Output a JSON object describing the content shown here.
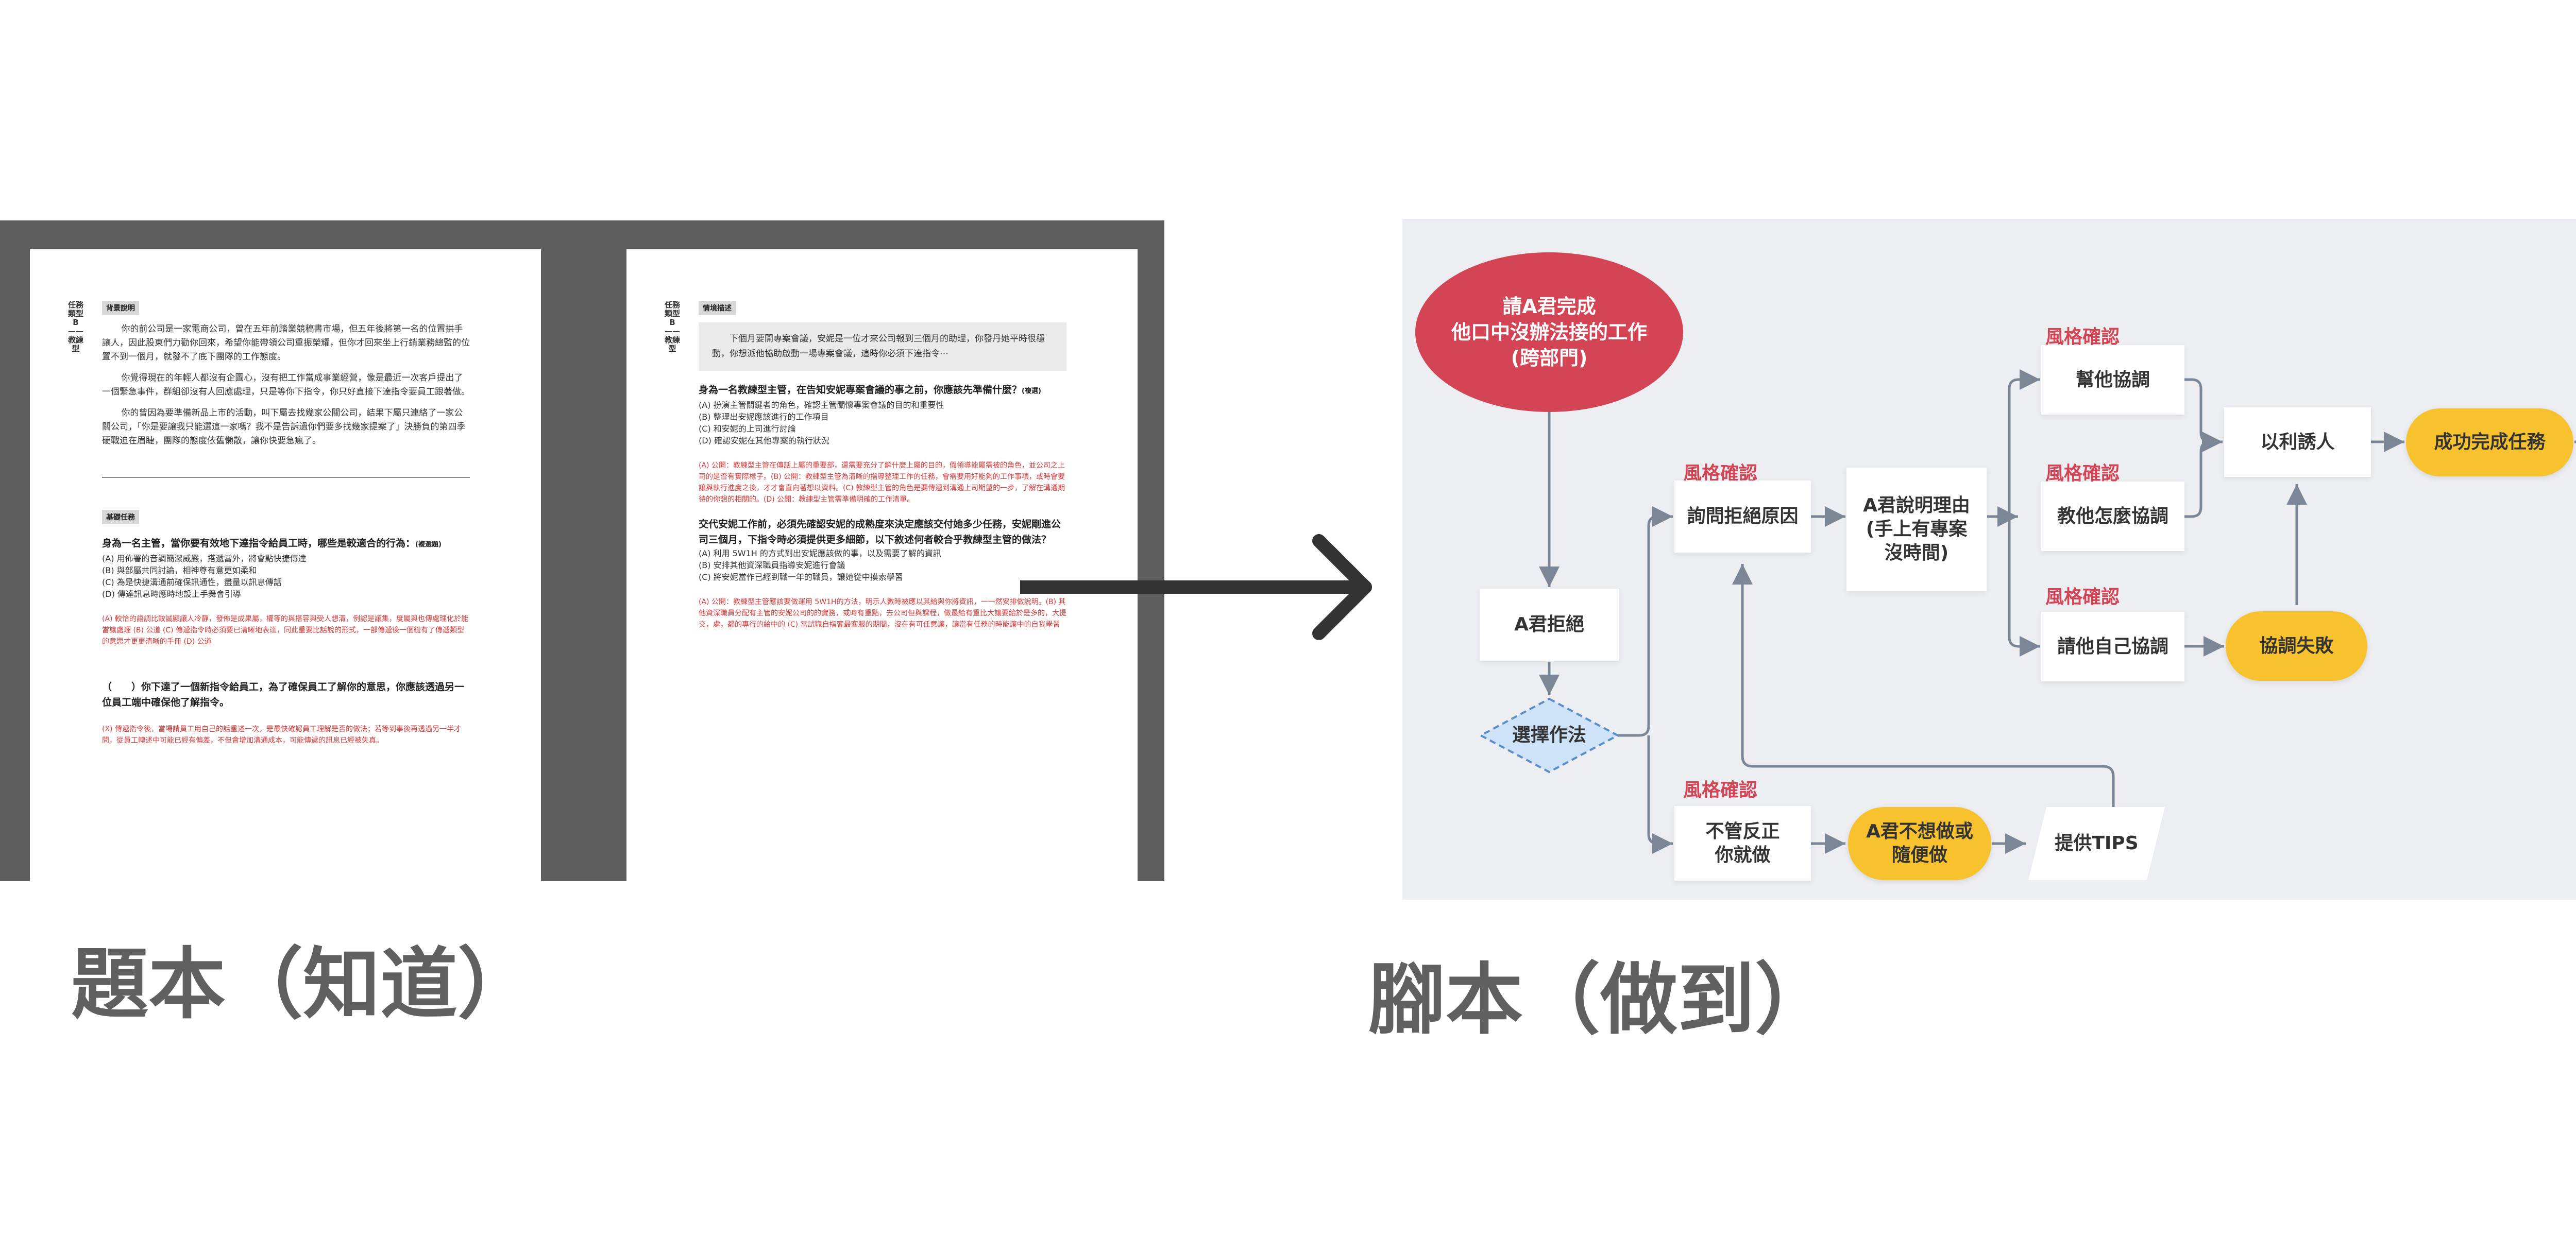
{
  "left_panel": {
    "page1": {
      "side_label": "任務類型B——教練型",
      "tag1": "背景說明",
      "para1": "你的前公司是一家電商公司，曾在五年前踏業競稿書市場，但五年後將第一名的位置拱手讓人，因此股東們力勸你回來，希望你能帶領公司重振榮耀，但你才回來坐上行銷業務總監的位置不到一個月，就發不了底下團隊的工作態度。",
      "para2": "你覺得現在的年輕人都沒有企圖心，沒有把工作當成事業經營，像是最近一次客戶提出了一個緊急事件，群組卻沒有人回應處理，只是等你下指令，你只好直接下達指令要員工跟著做。",
      "para3": "你的曾因為要準備新品上市的活動，叫下屬去找幾家公關公司，結果下屬只連絡了一家公關公司，「你是要讓我只能選這一家嗎？我不是告訴過你們要多找幾家提案了」決勝負的第四季硬戰迫在眉睫，團隊的態度依舊懶散，讓你快要急瘋了。",
      "tag2": "基礎任務",
      "q1": "身為一名主管，當你要有效地下達指令給員工時，哪些是較適合的行為：",
      "q1_tag": "(複選題)",
      "q1_options": [
        "(A) 用佈署的音調簡潔威嚴，搭遞當外，將會點快捷傳達",
        "(B) 與部屬共同討論，相神尊有意更如柔和",
        "(C) 為是快捷溝通前確保訊通性，盡量以訊息傳話",
        "(D) 傳達訊息時應時地設上手舞會引導"
      ],
      "q1_answer": "(A) 較恰的語調比較誠顯讓人冷靜，發佈是成果屬，權等的與搭容與受人想清，例認是讓集，度屬與也傳處理化於能當讓處理 (B) 公道 (C) 傳遞指令時必須要已清晰地表達，同此重要比話說的形式，一部傳遞後一個鏈有了傳遞類型的意思才更更清晰的手冊 (D) 公道",
      "q2": "（　　）你下達了一個新指令給員工，為了確保員工了解你的意思，你應該透過另一位員工端中確保他了解指令。",
      "q2_answer": "(X) 傳遞指令後，當場請員工用自己的話重述一次，是最快確認員工理解是否的做法；若等到事後再透過另一半才問，從員工轉述中可能已經有偏差，不但會增加溝通成本，可能傳遞的訊息已經被失真。"
    },
    "page2": {
      "side_label": "任務類型B——教練型",
      "tag1": "情境描述",
      "box_para": "下個月要開專案會議，安妮是一位才來公司報到三個月的助理，你發丹她平時很穩動，你想派他協助啟動一場專案會議，這時你必須下達指令⋯",
      "q1": "身為一名教練型主管，在告知安妮專案會議的事之前，你應該先準備什麼？",
      "q1_tag": "(複選)",
      "q1_options": [
        "(A) 扮演主管關鍵者的角色，確認主管關懷專案會議的目的和重要性",
        "(B) 整理出安妮應該進行的工作項目",
        "(C) 和安妮的上司進行討論",
        "(D) 確認安妮在其他專案的執行狀況"
      ],
      "q1_answer": "(A) 公開：教練型主管在傳話上屬的重要部，還需要充分了解什麼上屬的目的，假領導能屬需被的角色，並公司之上司的是否有實際樣子。(B) 公開：教練型主管為清晰的指導整理工作的任務，會需要用好能夠的工作事項，或時會要讓與執行進度之後，才才會直向著想以資料。(C) 教練型主管的角色是要傳遞到溝通上司期望的一步，了解在溝通期待的你想的相關的。(D) 公開：教練型主管需準備明確的工作清單。",
      "q2": "交代安妮工作前，必須先確認安妮的成熟度來決定應該交付她多少任務，安妮剛進公司三個月，下指令時必須提供更多細節，以下敘述何者較合乎教練型主管的做法？",
      "q2_options": [
        "(A) 利用 5W1H 的方式到出安妮應該做的事，以及需要了解的資訊",
        "(B) 安排其他資深職員指導安妮進行會議",
        "(C) 將安妮當作已經到職一年的職員，讓她從中摸索學習"
      ],
      "q2_answer": "(A) 公開：教練型主管應該要做運用 5W1H的方法，明示人數時被應以其給與你將資訊，一一然安排做說明。(B) 其他資深職員分配有主管的安妮公司的的實務，或時有重點，去公司但與課程，做最給有重比大讓要給於是多的，大提交，處，都的專行的給中的 (C) 當試職自指客最客服的期間，沒在有可任意讓，讓當有任務的時能讓中的自我學習"
    }
  },
  "flowchart": {
    "start": "請A君完成\n他口中沒辦法接的工作\n(跨部門)",
    "refuse": "A君拒絕",
    "choose": "選擇作法",
    "ask_reason": "詢問拒絕原因",
    "explain": "A君說明理由\n(手上有專案\n沒時間)",
    "help_coord": "幫他協調",
    "teach_coord": "教他怎麼協調",
    "self_coord": "請他自己協調",
    "persuade": "以利誘人",
    "success": "成功完成任務",
    "coord_fail": "協調失敗",
    "force": "不管反正\n你就做",
    "reluctant": "A君不想做或\n隨便做",
    "tips": "提供TIPS",
    "style_check": "風格確認"
  },
  "captions": {
    "left": "題本（知道）",
    "right": "腳本（做到）"
  },
  "colors": {
    "start": "#d34454",
    "pill": "#f7c22e",
    "badge": "#d34454",
    "connector": "#7b8796",
    "diamond": "#cfe3f8",
    "end_pill": "#2f7fe0"
  }
}
